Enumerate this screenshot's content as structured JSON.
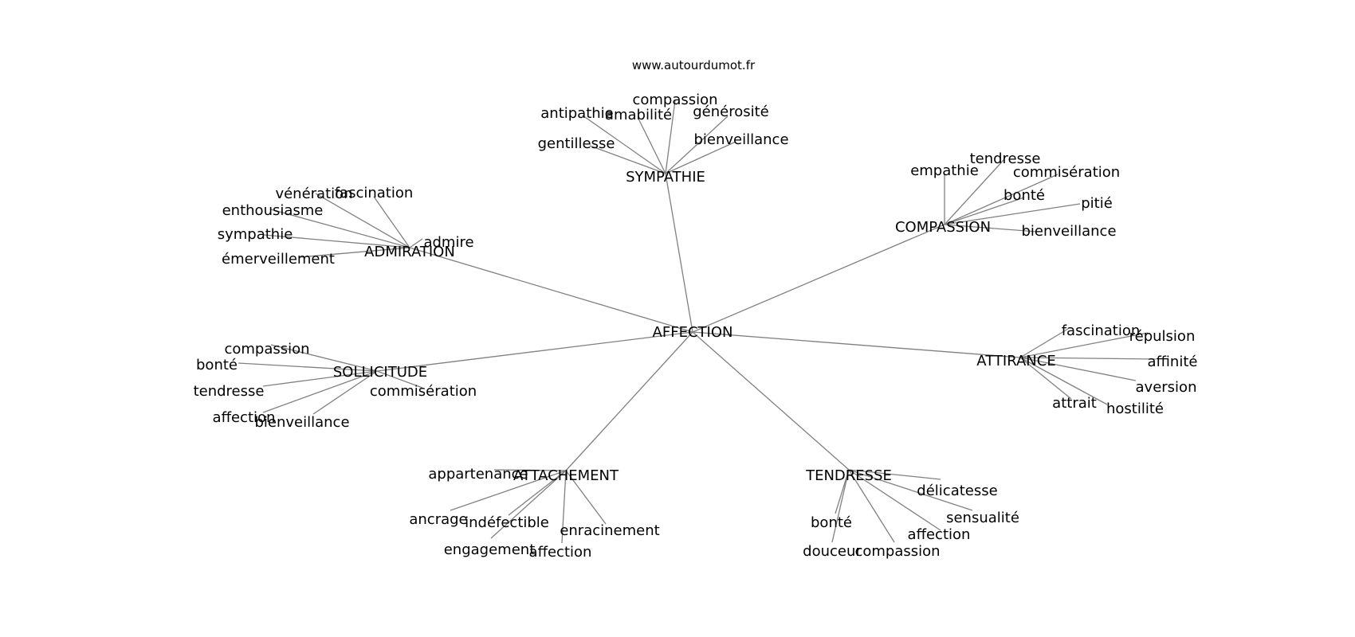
{
  "source": "www.autourdumot.fr",
  "diagram": {
    "type": "word-association-graph",
    "root": "AFFECTION",
    "groups": [
      {
        "id": "sympathie",
        "label": "SYMPATHIE",
        "children": [
          "compassion",
          "amabilité",
          "antipathie",
          "générosité",
          "gentillesse",
          "bienveillance"
        ]
      },
      {
        "id": "compassion",
        "label": "COMPASSION",
        "children": [
          "empathie",
          "tendresse",
          "commisération",
          "bonté",
          "pitié",
          "bienveillance"
        ]
      },
      {
        "id": "admiration",
        "label": "ADMIRATION",
        "children": [
          "vénération",
          "fascination",
          "enthousiasme",
          "sympathie",
          "admire",
          "émerveillement"
        ]
      },
      {
        "id": "sollicitude",
        "label": "SOLLICITUDE",
        "children": [
          "compassion",
          "bonté",
          "tendresse",
          "commisération",
          "affection",
          "bienveillance"
        ]
      },
      {
        "id": "attirance",
        "label": "ATTIRANCE",
        "children": [
          "fascination",
          "répulsion",
          "affinité",
          "aversion",
          "attrait",
          "hostilité"
        ]
      },
      {
        "id": "attachement",
        "label": "ATTACHEMENT",
        "children": [
          "appartenance",
          "ancrage",
          "indéfectible",
          "enracinement",
          "engagement",
          "affection"
        ]
      },
      {
        "id": "tendresse",
        "label": "TENDRESSE",
        "children": [
          "délicatesse",
          "sensualité",
          "bonté",
          "affection",
          "douceur",
          "compassion"
        ]
      }
    ]
  }
}
